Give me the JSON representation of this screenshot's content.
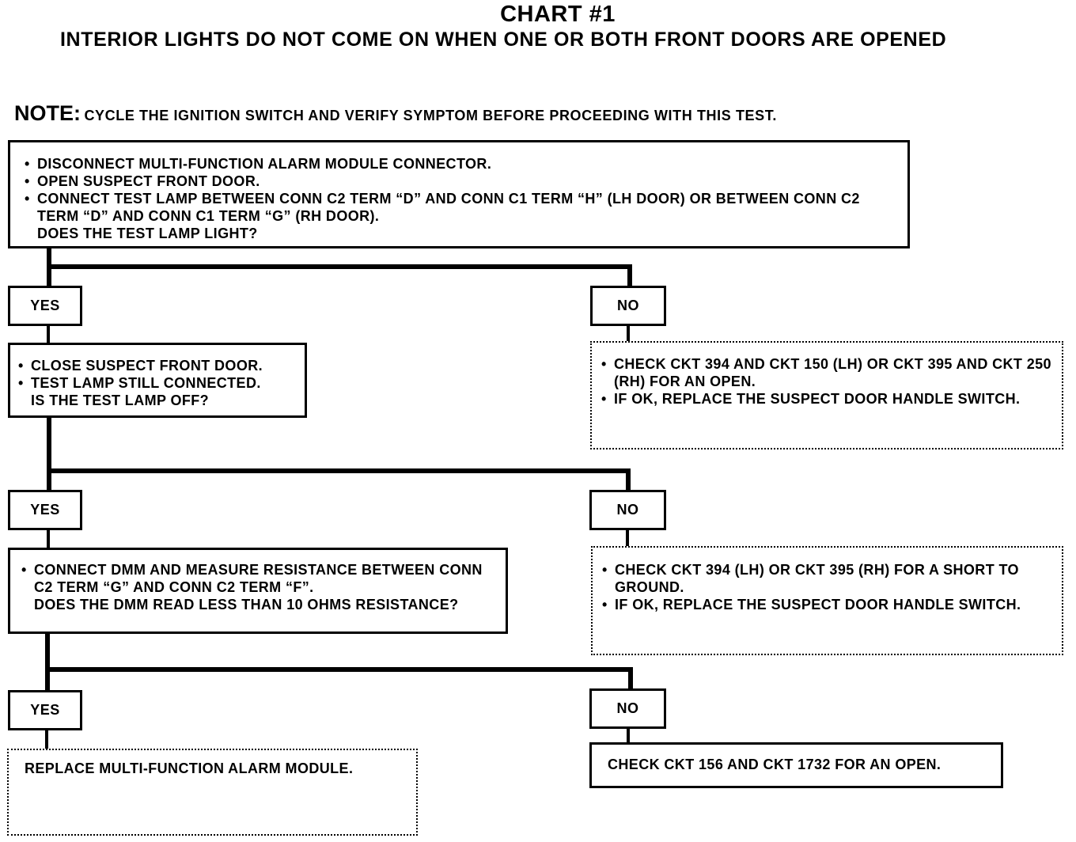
{
  "title": "CHART #1",
  "subtitle": "INTERIOR LIGHTS DO NOT COME ON WHEN ONE OR BOTH FRONT DOORS ARE OPENED",
  "note": {
    "label": "NOTE:",
    "text": "CYCLE THE IGNITION SWITCH AND VERIFY SYMPTOM BEFORE PROCEEDING WITH THIS TEST."
  },
  "step1": {
    "bullets": [
      "DISCONNECT MULTI-FUNCTION ALARM MODULE CONNECTOR.",
      "OPEN SUSPECT FRONT DOOR.",
      "CONNECT TEST LAMP BETWEEN CONN C2 TERM “D” AND CONN C1 TERM “H” (LH DOOR) OR BETWEEN CONN C2 TERM “D” AND CONN C1 TERM “G” (RH DOOR)."
    ],
    "question": "DOES THE TEST LAMP LIGHT?"
  },
  "branch_labels": {
    "yes": "YES",
    "no": "NO"
  },
  "step2": {
    "bullets": [
      "CLOSE SUSPECT FRONT DOOR.",
      "TEST LAMP STILL CONNECTED."
    ],
    "question": "IS THE TEST LAMP OFF?"
  },
  "no1": {
    "bullets": [
      "CHECK CKT 394 AND CKT 150 (LH) OR CKT 395 AND CKT 250 (RH) FOR AN OPEN.",
      "IF OK, REPLACE THE SUSPECT DOOR HANDLE SWITCH."
    ]
  },
  "step3": {
    "bullets": [
      "CONNECT DMM AND MEASURE RESISTANCE BETWEEN CONN C2 TERM “G” AND CONN C2 TERM “F”."
    ],
    "question": "DOES THE DMM READ LESS THAN 10 OHMS RESISTANCE?"
  },
  "no2": {
    "bullets": [
      "CHECK CKT 394 (LH) OR CKT 395 (RH) FOR A SHORT TO GROUND.",
      "IF OK, REPLACE THE SUSPECT DOOR HANDLE SWITCH."
    ]
  },
  "yes3": {
    "text": "REPLACE MULTI-FUNCTION ALARM MODULE."
  },
  "no3": {
    "text": "CHECK CKT 156 AND CKT 1732 FOR AN OPEN."
  }
}
